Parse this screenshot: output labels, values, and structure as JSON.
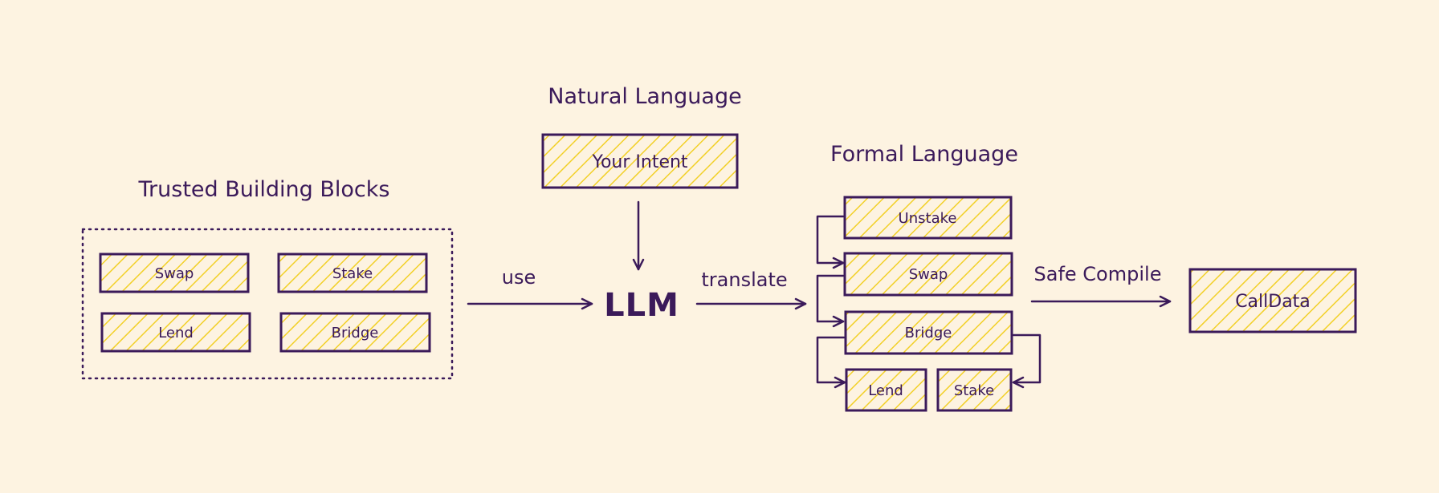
{
  "colors": {
    "background": "#fdf3e1",
    "ink": "#3b1a5a",
    "hatch": "#f2d027"
  },
  "headings": {
    "natural_language": "Natural Language",
    "formal_language": "Formal Language",
    "trusted_blocks": "Trusted Building Blocks"
  },
  "intent": {
    "label": "Your Intent"
  },
  "llm": {
    "label": "LLM"
  },
  "edges": {
    "use": "use",
    "translate": "translate",
    "safe_compile": "Safe Compile"
  },
  "building_blocks": {
    "swap": "Swap",
    "stake": "Stake",
    "lend": "Lend",
    "bridge": "Bridge"
  },
  "formal_steps": {
    "unstake": "Unstake",
    "swap": "Swap",
    "bridge": "Bridge",
    "lend": "Lend",
    "stake": "Stake"
  },
  "output": {
    "label": "CallData"
  }
}
